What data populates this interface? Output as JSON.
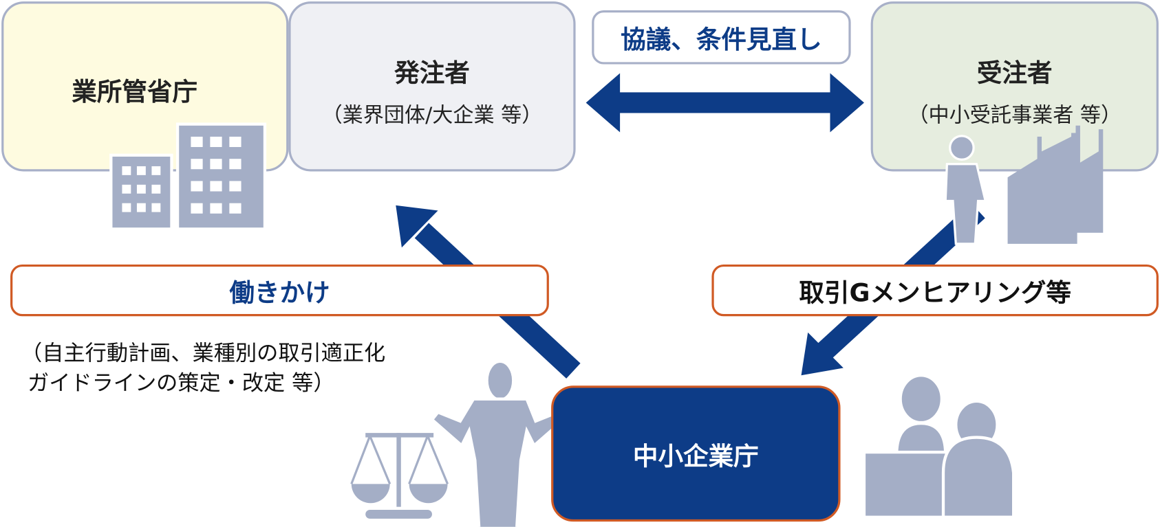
{
  "ministries": {
    "title": "業所管省庁"
  },
  "orderer": {
    "title": "発注者",
    "subtitle": "（業界団体/大企業 等）"
  },
  "negotiation": {
    "label": "協議、条件見直し"
  },
  "contractor": {
    "title": "受注者",
    "subtitle": "（中小受託事業者 等）"
  },
  "outreach": {
    "label": "働きかけ",
    "note_line1": "（自主行動計画、業種別の取引適正化",
    "note_line2": " ガイドラインの策定・改定 等）"
  },
  "hearing": {
    "label": "取引Gメンヒアリング等"
  },
  "agency": {
    "title": "中小企業庁"
  },
  "colors": {
    "navy": "#0d3c87",
    "orange": "#d05a24",
    "icon": "#a4aec6",
    "border": "#a8b0c8"
  }
}
